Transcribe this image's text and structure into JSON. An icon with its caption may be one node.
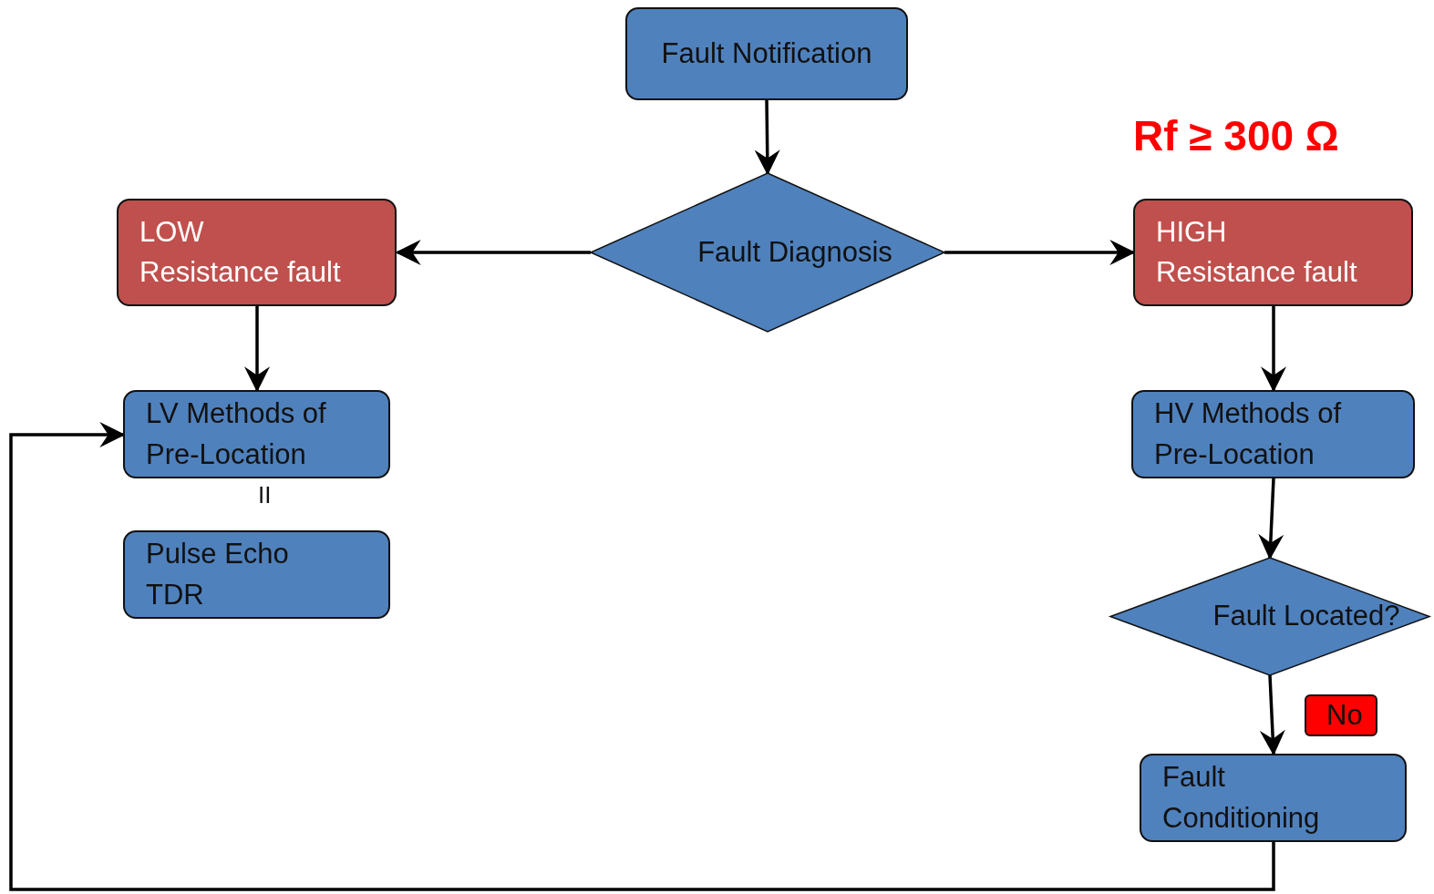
{
  "diagram": {
    "nodes": [
      {
        "text": [
          "Fault Notification"
        ]
      },
      {
        "text": [
          "Fault Diagnosis"
        ]
      },
      {
        "text": [
          "LOW",
          "Resistance fault"
        ]
      },
      {
        "text": [
          "HIGH",
          "Resistance fault"
        ]
      },
      {
        "text": [
          "LV Methods of",
          "Pre-Location"
        ]
      },
      {
        "text": [
          "Pulse Echo",
          "TDR"
        ]
      },
      {
        "text": [
          "HV Methods of",
          "Pre-Location"
        ]
      },
      {
        "text": [
          "Fault Located?"
        ]
      },
      {
        "text": [
          "Fault",
          "Conditioning"
        ]
      }
    ],
    "edges": [
      {
        "from": 0,
        "to": 1,
        "arrow": "to"
      },
      {
        "from": 1,
        "to": 2,
        "arrow": "to"
      },
      {
        "from": 1,
        "to": 3,
        "arrow": "to"
      },
      {
        "from": 2,
        "to": 4,
        "arrow": "to"
      },
      {
        "from": 3,
        "to": 6,
        "arrow": "to"
      },
      {
        "from": 6,
        "to": 7,
        "arrow": "to"
      },
      {
        "from": 7,
        "to": 8,
        "arrow": "to",
        "label": "No"
      },
      {
        "from": 8,
        "to": 4,
        "arrow": "to"
      }
    ],
    "labels": [
      "Rf ≥ 300 Ω",
      "II"
    ]
  }
}
